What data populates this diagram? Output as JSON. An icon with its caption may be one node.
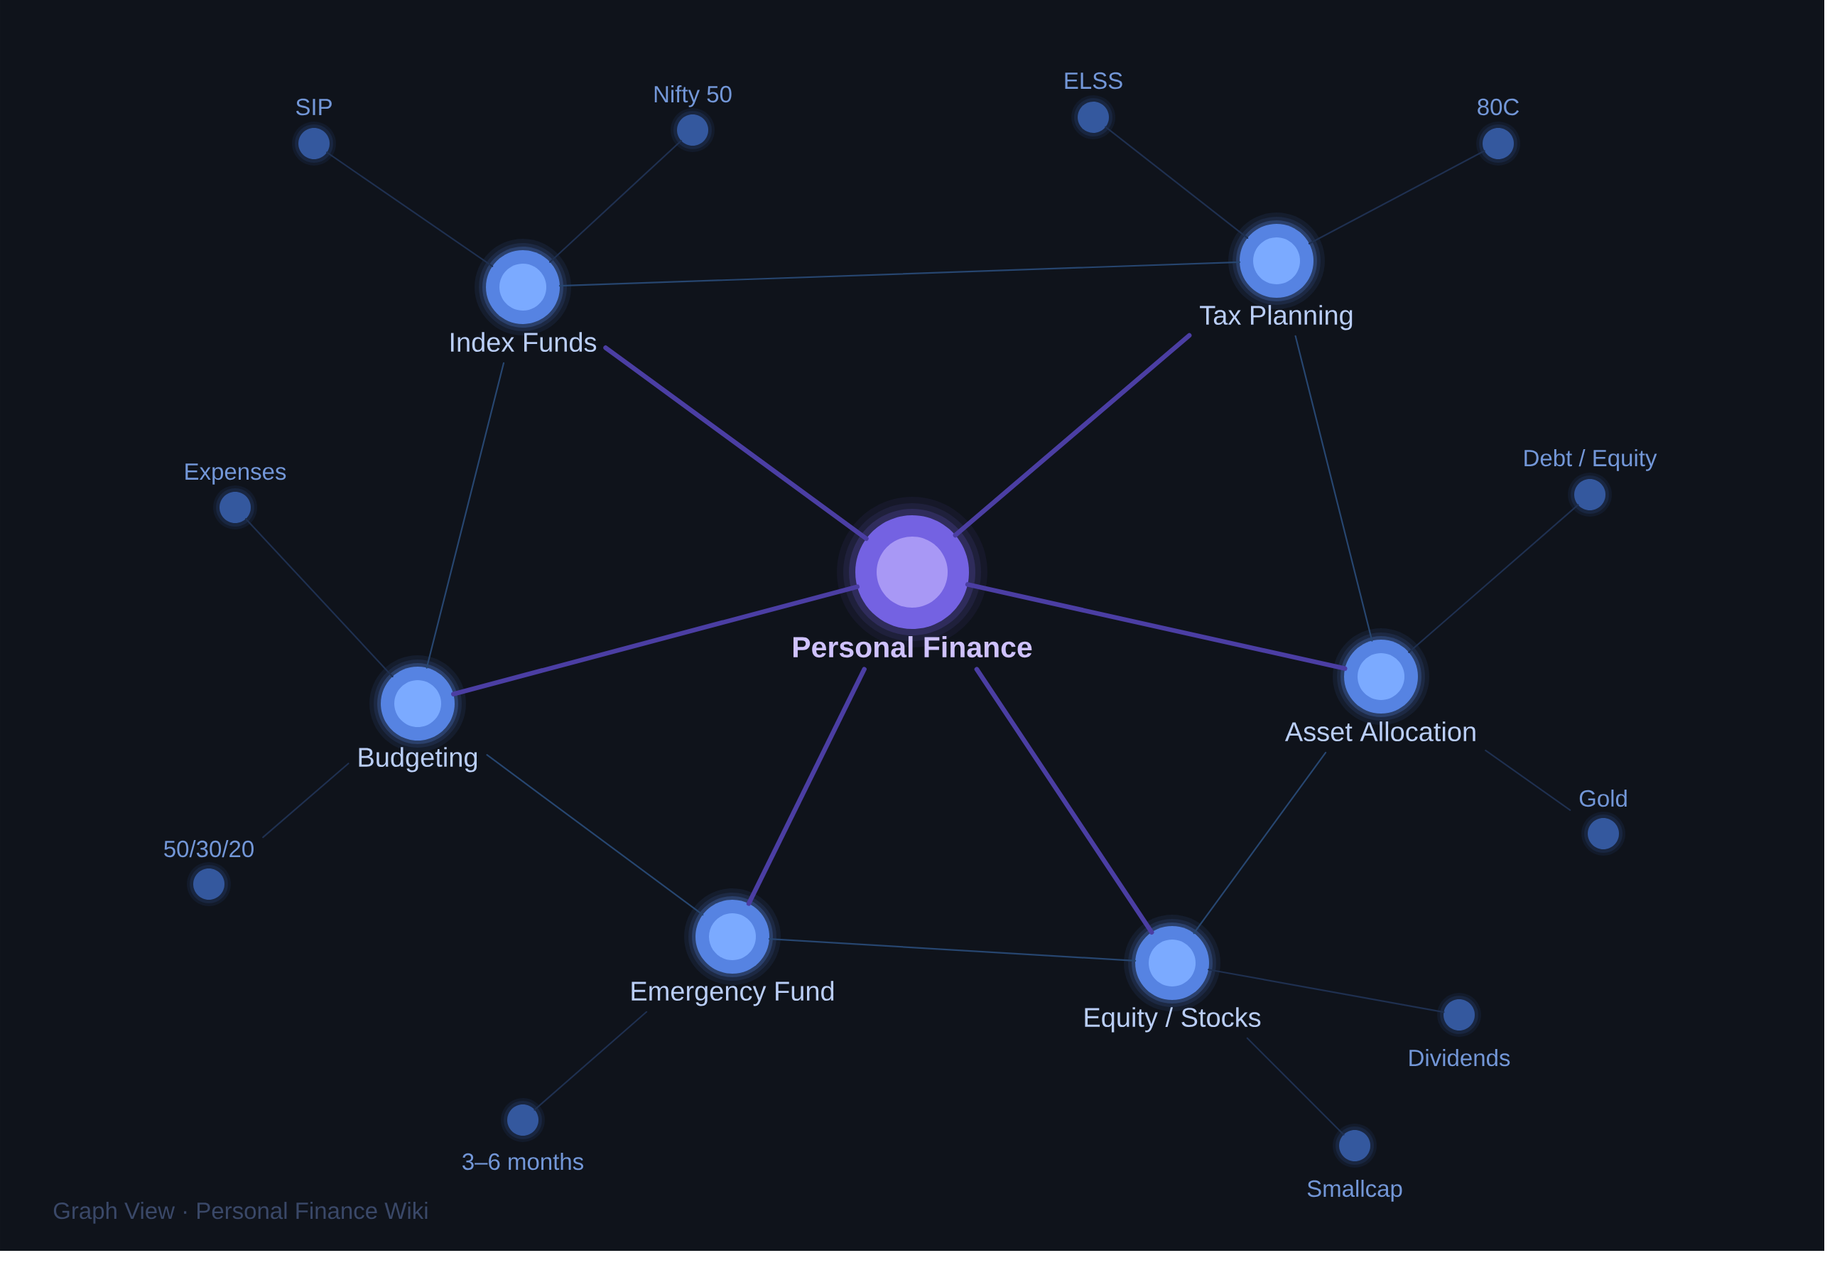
{
  "diagram": {
    "caption": "Graph View · Personal Finance Wiki",
    "nodes": [
      {
        "text": [
          "SIP"
        ]
      },
      {
        "text": [
          "Nifty 50"
        ]
      },
      {
        "text": [
          "ELSS"
        ]
      },
      {
        "text": [
          "80C"
        ]
      },
      {
        "text": [
          "Index Funds"
        ]
      },
      {
        "text": [
          "Tax Planning"
        ]
      },
      {
        "text": [
          "Debt / Equity"
        ]
      },
      {
        "text": [
          "Expenses"
        ]
      },
      {
        "text": [
          "Personal Finance"
        ]
      },
      {
        "text": [
          "Asset Allocation"
        ]
      },
      {
        "text": [
          "Budgeting"
        ]
      },
      {
        "text": [
          "Gold"
        ]
      },
      {
        "text": [
          "50/30/20"
        ]
      },
      {
        "text": [
          "Emergency Fund"
        ]
      },
      {
        "text": [
          "Equity / Stocks"
        ]
      },
      {
        "text": [
          "Dividends"
        ]
      },
      {
        "text": [
          "3–6 months"
        ]
      },
      {
        "text": [
          "Smallcap"
        ]
      }
    ],
    "edges": [
      {
        "from": 8,
        "to": 4,
        "arrow": "none",
        "style": "thick",
        "color": "#4b3ea3"
      },
      {
        "from": 8,
        "to": 5,
        "arrow": "none",
        "style": "thick",
        "color": "#4b3ea3"
      },
      {
        "from": 8,
        "to": 10,
        "arrow": "none",
        "style": "thick",
        "color": "#4b3ea3"
      },
      {
        "from": 8,
        "to": 9,
        "arrow": "none",
        "style": "thick",
        "color": "#4b3ea3"
      },
      {
        "from": 8,
        "to": 13,
        "arrow": "none",
        "style": "thick",
        "color": "#4b3ea3"
      },
      {
        "from": 8,
        "to": 14,
        "arrow": "none",
        "style": "thick",
        "color": "#4b3ea3"
      },
      {
        "from": 4,
        "to": 5,
        "arrow": "none",
        "color": "#274670"
      },
      {
        "from": 4,
        "to": 10,
        "arrow": "none",
        "color": "#274670"
      },
      {
        "from": 5,
        "to": 9,
        "arrow": "none",
        "color": "#274670"
      },
      {
        "from": 10,
        "to": 13,
        "arrow": "none",
        "color": "#274670"
      },
      {
        "from": 13,
        "to": 14,
        "arrow": "none",
        "color": "#274670"
      },
      {
        "from": 9,
        "to": 14,
        "arrow": "none",
        "color": "#274670"
      },
      {
        "from": 4,
        "to": 0,
        "arrow": "none"
      },
      {
        "from": 4,
        "to": 1,
        "arrow": "none"
      },
      {
        "from": 5,
        "to": 2,
        "arrow": "none"
      },
      {
        "from": 5,
        "to": 3,
        "arrow": "none"
      },
      {
        "from": 10,
        "to": 7,
        "arrow": "none"
      },
      {
        "from": 10,
        "to": 12,
        "arrow": "none"
      },
      {
        "from": 9,
        "to": 6,
        "arrow": "none"
      },
      {
        "from": 9,
        "to": 11,
        "arrow": "none"
      },
      {
        "from": 13,
        "to": 16,
        "arrow": "none"
      },
      {
        "from": 14,
        "to": 15,
        "arrow": "none"
      },
      {
        "from": 14,
        "to": 17,
        "arrow": "none"
      }
    ]
  }
}
